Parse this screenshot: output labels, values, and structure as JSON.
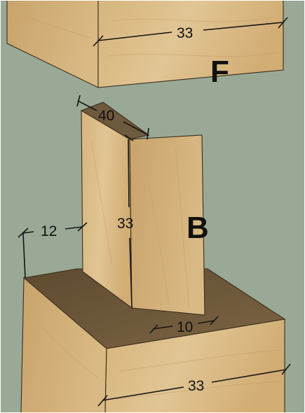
{
  "colors": {
    "background": "#9aa996",
    "wood_light": "#dcbf8b",
    "wood_mid": "#cda770",
    "wood_dark": "#b68d57",
    "shadow_top": "#6e5a3c"
  },
  "dimensions": {
    "top_width": "33",
    "tenon_depth": "40",
    "tenon_height": "33",
    "side_offset": "12",
    "tenon_thickness": "10",
    "bottom_width": "33"
  },
  "labels": {
    "piece_f": "F",
    "piece_b": "B"
  }
}
